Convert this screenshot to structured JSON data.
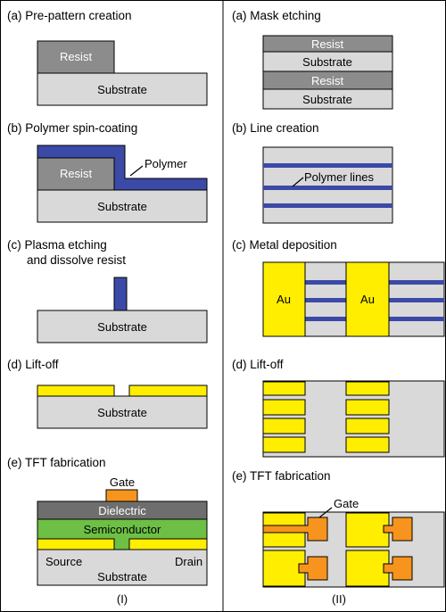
{
  "colors": {
    "resist": "#8c8c8c",
    "substrate": "#d9d9d9",
    "polymer": "#3b4aa6",
    "gold": "#ffee00",
    "gate": "#f7941d",
    "semiconductor": "#6dbf45",
    "dielectric": "#6e6e6e",
    "outline": "#000000"
  },
  "left": {
    "a": {
      "title": "(a) Pre-pattern creation",
      "resist": "Resist",
      "substrate": "Substrate"
    },
    "b": {
      "title": "(b) Polymer spin-coating",
      "resist": "Resist",
      "substrate": "Substrate",
      "polymer": "Polymer"
    },
    "c": {
      "title_line1": "(c) Plasma etching",
      "title_line2": "and dissolve resist",
      "substrate": "Substrate"
    },
    "d": {
      "title": "(d) Lift-off",
      "substrate": "Substrate"
    },
    "e": {
      "title": "(e) TFT fabrication",
      "gate": "Gate",
      "dielectric": "Dielectric",
      "semiconductor": "Semiconductor",
      "source": "Source",
      "drain": "Drain",
      "substrate": "Substrate"
    },
    "label": "(I)"
  },
  "right": {
    "a": {
      "title": "(a) Mask etching",
      "resist1": "Resist",
      "substrate1": "Substrate",
      "resist2": "Resist",
      "substrate2": "Substrate"
    },
    "b": {
      "title": "(b) Line creation",
      "polymer_lines": "Polymer lines"
    },
    "c": {
      "title": "(c) Metal deposition",
      "au1": "Au",
      "au2": "Au"
    },
    "d": {
      "title": "(d) Lift-off"
    },
    "e": {
      "title": "(e) TFT fabrication",
      "gate": "Gate"
    },
    "label": "(II)"
  }
}
